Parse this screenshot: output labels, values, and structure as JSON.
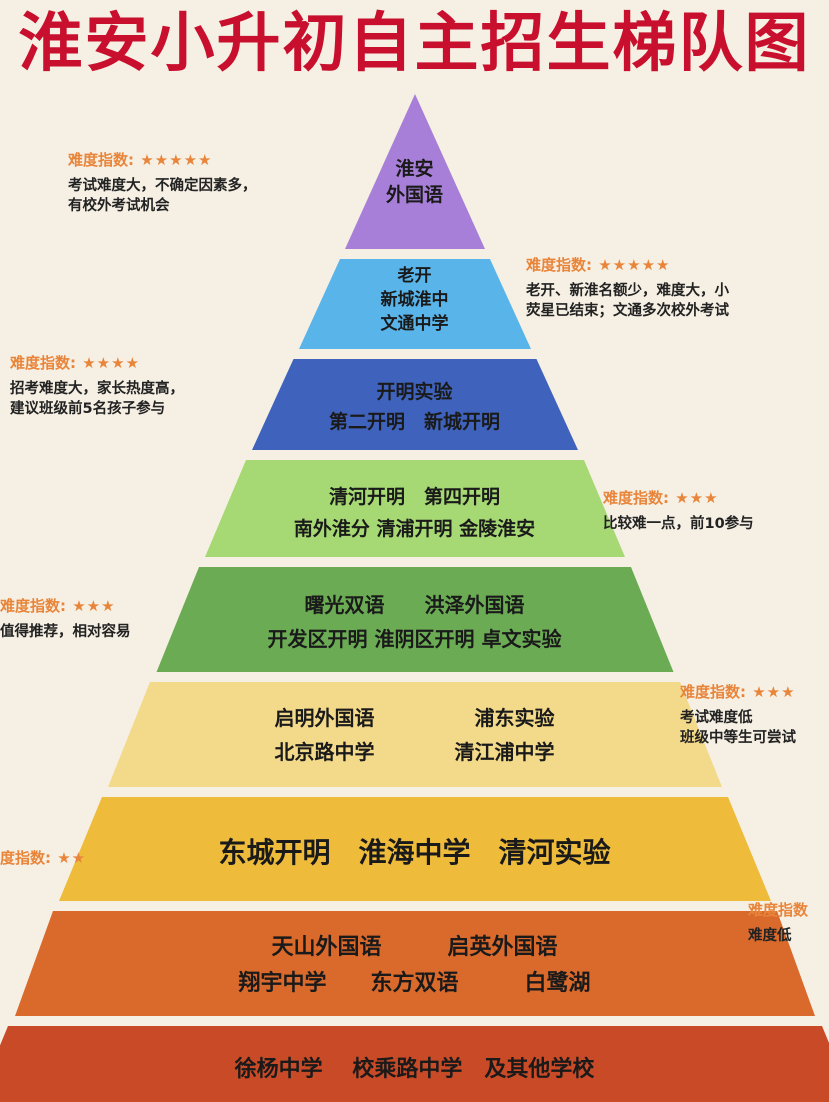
{
  "title": "淮安小升初自主招生梯队图",
  "colors": {
    "title": "#c8102e",
    "label": "#e8853a"
  },
  "tiers": [
    {
      "lines": [
        "淮安",
        "外国语"
      ],
      "color": "#a77fd8"
    },
    {
      "lines": [
        "老开",
        "新城淮中",
        "文通中学"
      ],
      "color": "#59b4ea"
    },
    {
      "lines": [
        "开明实验",
        "第二开明　新城开明"
      ],
      "color": "#3f63bd"
    },
    {
      "lines": [
        "清河开明　第四开明",
        "南外淮分 清浦开明 金陵淮安"
      ],
      "color": "#a6d873"
    },
    {
      "lines": [
        "曙光双语　　洪泽外国语",
        "开发区开明  淮阴区开明  卓文实验"
      ],
      "color": "#6aab54"
    },
    {
      "lines": [
        "启明外国语　　　　　浦东实验",
        "北京路中学　　　　清江浦中学"
      ],
      "color": "#f3d98a"
    },
    {
      "lines": [
        "东城开明　淮海中学　清河实验"
      ],
      "color": "#eebb3b"
    },
    {
      "lines": [
        "天山外国语　　　启英外国语",
        "翔宇中学　　东方双语　　　白鹭湖"
      ],
      "color": "#d96a2c"
    },
    {
      "lines": [
        "徐杨中学　 校乘路中学　及其他学校"
      ],
      "color": "#c94a26"
    }
  ],
  "annotations": [
    {
      "label": "难度指数:",
      "stars": "★★★★★",
      "lines": [
        "考试难度大，不确定因素多，",
        "有校外考试机会"
      ]
    },
    {
      "label": "难度指数:",
      "stars": "★★★★★",
      "lines": [
        "老开、新淮名额少，难度大，小",
        "荧星已结束；文通多次校外考试"
      ]
    },
    {
      "label": "难度指数:",
      "stars": "★★★★",
      "lines": [
        "招考难度大，家长热度高，",
        "建议班级前5名孩子参与"
      ]
    },
    {
      "label": "难度指数:",
      "stars": "★★★",
      "lines": [
        "比较难一点，前10参与"
      ]
    },
    {
      "label": "难度指数:",
      "stars": "★★★",
      "lines": [
        "值得推荐，相对容易"
      ]
    },
    {
      "label": "难度指数:",
      "stars": "★★★",
      "lines": [
        "考试难度低",
        "班级中等生可尝试"
      ]
    },
    {
      "label": "度指数:",
      "stars": "★★",
      "lines": []
    },
    {
      "label": "难度指数",
      "stars": "",
      "lines": [
        "难度低"
      ]
    }
  ]
}
